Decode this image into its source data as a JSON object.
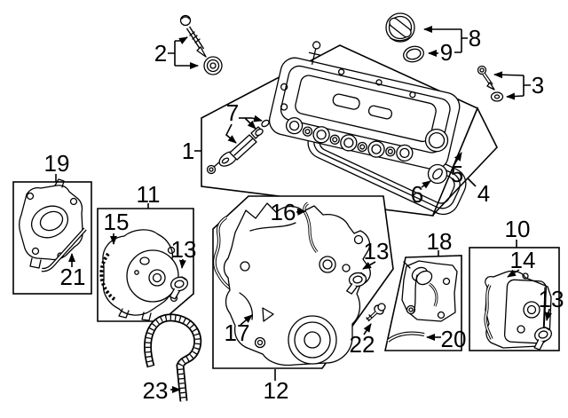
{
  "diagram": {
    "background_color": "#ffffff",
    "line_color": "#000000",
    "callouts": {
      "c1": "1",
      "c2": "2",
      "c3": "3",
      "c4": "4",
      "c5": "5",
      "c6": "6",
      "c7": "7",
      "c8": "8",
      "c9": "9",
      "c10": "10",
      "c11": "11",
      "c12": "12",
      "c13": "13",
      "c14": "14",
      "c15": "15",
      "c16": "16",
      "c17": "17",
      "c18": "18",
      "c19": "19",
      "c20": "20",
      "c21": "21",
      "c22": "22",
      "c23": "23"
    }
  }
}
